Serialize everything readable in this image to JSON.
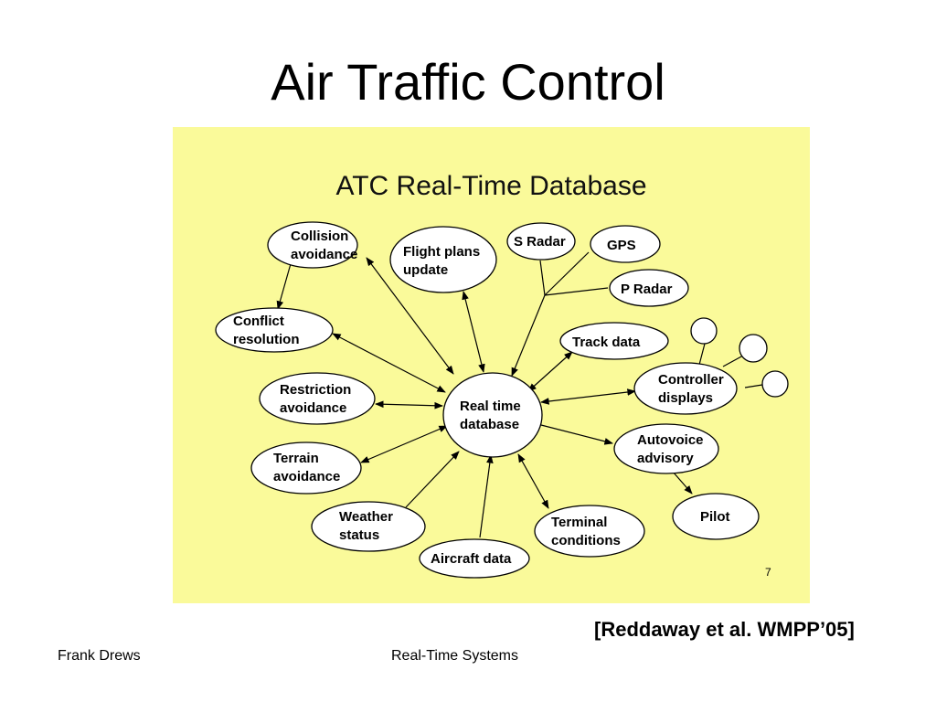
{
  "slide": {
    "title": "Air Traffic Control",
    "footer_left": "Frank Drews",
    "footer_center": "Real-Time Systems",
    "citation": "[Reddaway et al. WMPP’05]"
  },
  "diagram": {
    "title": "ATC Real-Time Database",
    "page_number": "7",
    "colors": {
      "panel": "#fafa9a",
      "node_fill": "#ffffff",
      "stroke": "#000000"
    },
    "center": {
      "label_lines": [
        "Real time",
        "database"
      ]
    },
    "nodes": {
      "collision_avoidance": [
        "Collision",
        "avoidance"
      ],
      "flight_plans_update": [
        "Flight plans",
        "update"
      ],
      "s_radar": [
        "S Radar"
      ],
      "gps": [
        "GPS"
      ],
      "p_radar": [
        "P Radar"
      ],
      "conflict_resolution": [
        "Conflict",
        "resolution"
      ],
      "track_data": [
        "Track data"
      ],
      "controller_displays": [
        "Controller",
        "displays"
      ],
      "restriction_avoidance": [
        "Restriction",
        "avoidance"
      ],
      "autovoice_advisory": [
        "Autovoice",
        "advisory"
      ],
      "terrain_avoidance": [
        "Terrain",
        "avoidance"
      ],
      "pilot": [
        "Pilot"
      ],
      "weather_status": [
        "Weather",
        "status"
      ],
      "terminal_conditions": [
        "Terminal",
        "conditions"
      ],
      "aircraft_data": [
        "Aircraft data"
      ]
    }
  }
}
